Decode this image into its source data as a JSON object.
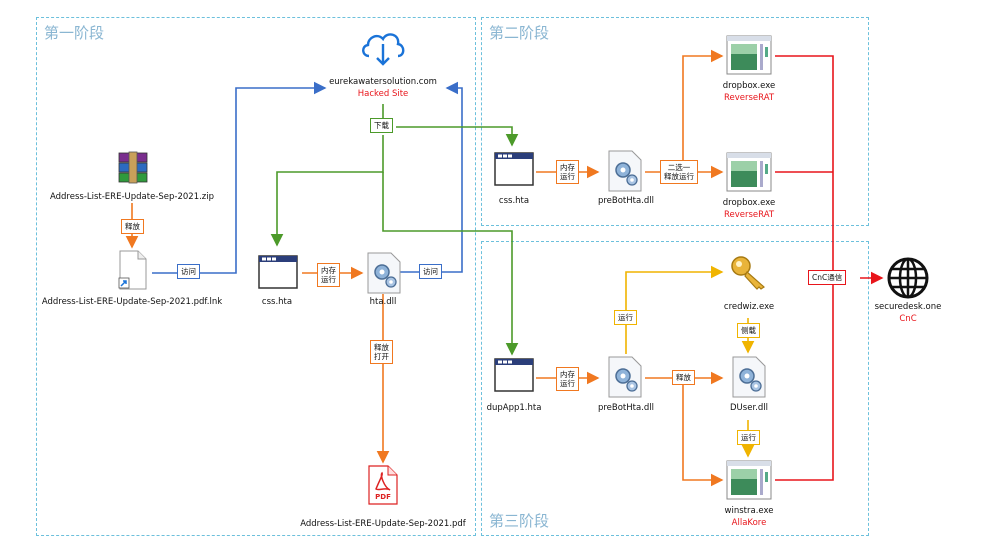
{
  "stages": {
    "stage1": "第一阶段",
    "stage2": "第二阶段",
    "stage3": "第三阶段"
  },
  "nodes": {
    "site_name": "eurekawatersolution.com",
    "site_note": "Hacked Site",
    "zip_name": "Address-List-ERE-Update-Sep-2021.zip",
    "lnk_name": "Address-List-ERE-Update-Sep-2021.pdf.lnk",
    "css_hta_1": "css.hta",
    "hta_dll": "hta.dll",
    "pdf_name": "Address-List-ERE-Update-Sep-2021.pdf",
    "pdf_icon_text": "PDF",
    "css_hta_2": "css.hta",
    "prebot_1": "preBotHta.dll",
    "dropbox_1": "dropbox.exe",
    "dropbox_1_note": "ReverseRAT",
    "dropbox_2": "dropbox.exe",
    "dropbox_2_note": "ReverseRAT",
    "dupapp": "dupApp1.hta",
    "prebot_2": "preBotHta.dll",
    "credwiz": "credwiz.exe",
    "duser": "DUser.dll",
    "winstra": "winstra.exe",
    "winstra_note": "AllaKore",
    "cnc_host": "securedesk.one",
    "cnc_note": "CnC"
  },
  "edge_labels": {
    "release_zip": "释放",
    "visit_lnk": "访问",
    "download": "下载",
    "mem_run_1": "内存\n运行",
    "visit_dll": "访问",
    "release_open": "释放\n打开",
    "mem_run_2": "内存\n运行",
    "choose_one": "二选一\n释放运行",
    "mem_run_3": "内存\n运行",
    "run_credwiz": "运行",
    "release_3": "释放",
    "sideload": "侧载",
    "run_winstra": "运行",
    "cnc_comm": "CnC通信"
  },
  "colors": {
    "orange": "#f07820",
    "green": "#4c9a2a",
    "blue": "#3a6ec8",
    "yellow": "#f0b400",
    "red": "#e8151b",
    "stage_border": "#6cc0dc"
  }
}
